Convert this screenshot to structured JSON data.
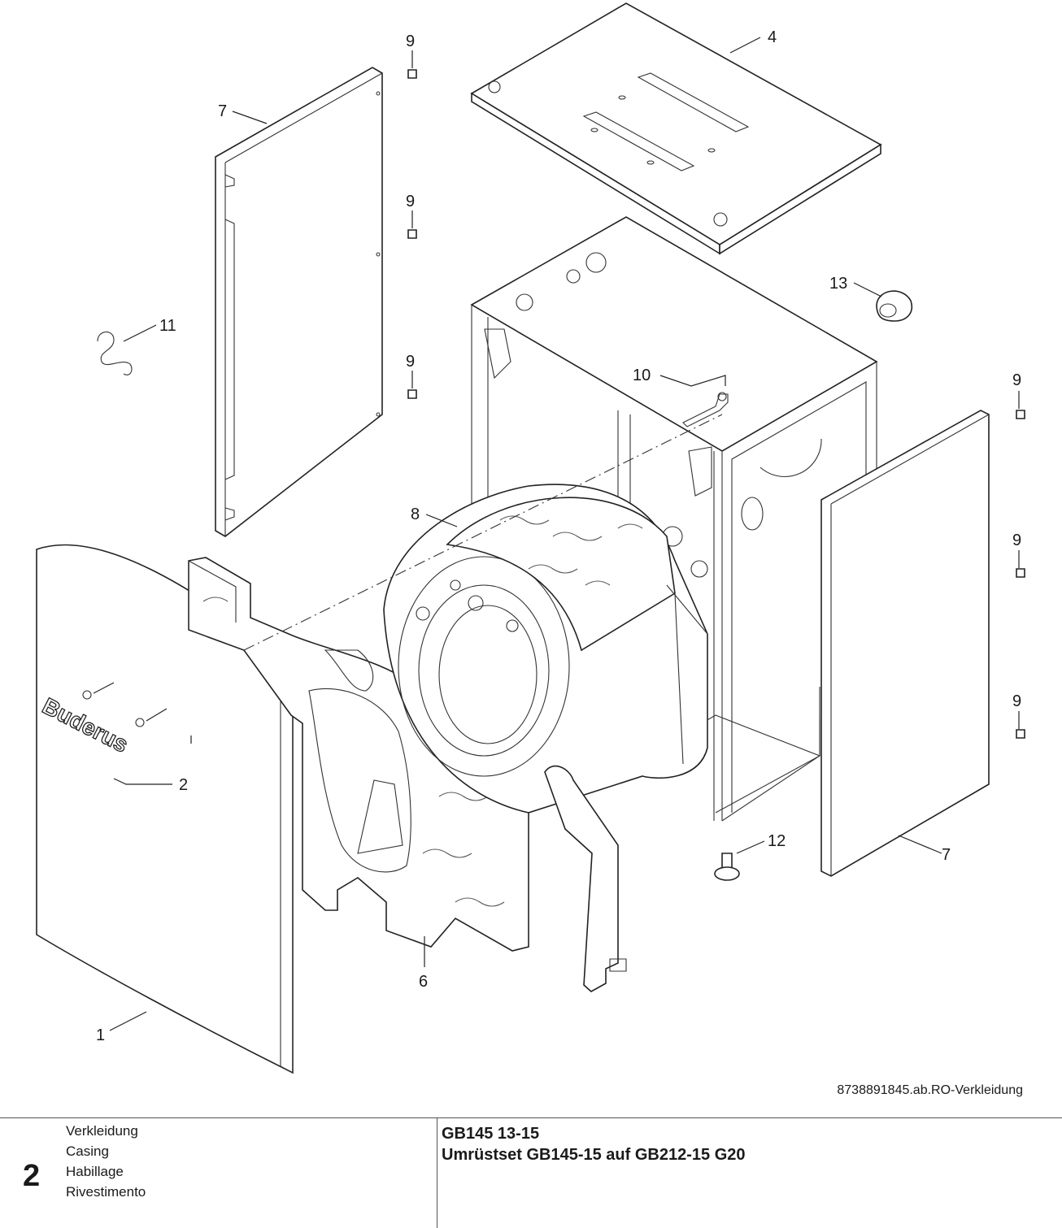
{
  "diagram": {
    "callouts": {
      "c1": "1",
      "c2": "2",
      "c4": "4",
      "c6": "6",
      "c7a": "7",
      "c7b": "7",
      "c8": "8",
      "c9a": "9",
      "c9b": "9",
      "c9c": "9",
      "c9d": "9",
      "c9e": "9",
      "c9f": "9",
      "c10": "10",
      "c11": "11",
      "c12": "12",
      "c13": "13"
    },
    "logo_text": "Buderus",
    "drawing_ref": "8738891845.ab.RO-Verkleidung"
  },
  "titleblock": {
    "page_number": "2",
    "descriptions": [
      "Verkleidung",
      "Casing",
      "Habillage",
      "Rivestimento"
    ],
    "model": "GB145 13-15",
    "subtitle": "Umrüstset GB145-15 auf GB212-15 G20"
  }
}
